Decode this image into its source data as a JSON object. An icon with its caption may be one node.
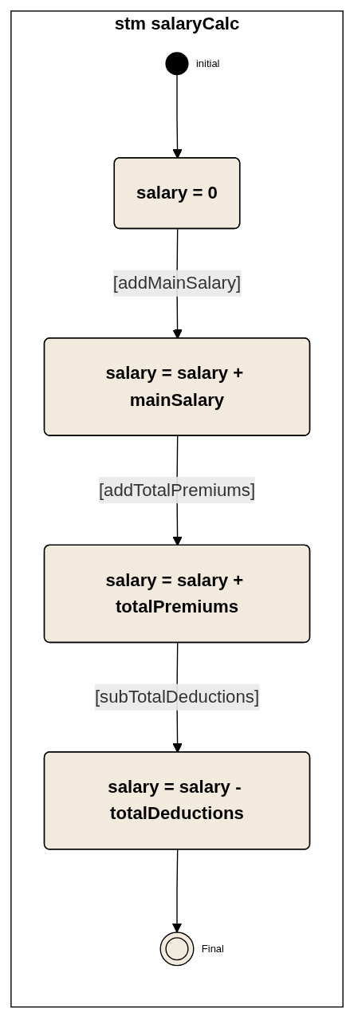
{
  "diagram": {
    "nodes": [
      {
        "text": [
          "stm salaryCalc"
        ]
      },
      {
        "text": [],
        "shape": "circle",
        "beside": [
          "initial"
        ],
        "in": 0
      },
      {
        "text": [
          "salary = 0"
        ],
        "in": 0
      },
      {
        "text": [
          "salary = salary + mainSalary"
        ],
        "in": 0
      },
      {
        "text": [
          "salary = salary + totalPremiums"
        ],
        "in": 0
      },
      {
        "text": [
          "salary = salary - totalDeductions"
        ],
        "in": 0
      },
      {
        "text": [],
        "shape": "circle",
        "beside": [
          "Final"
        ],
        "in": 0
      }
    ],
    "edges": [
      {
        "from": 1,
        "to": 2,
        "arrow": "to"
      },
      {
        "from": 2,
        "to": 3,
        "arrow": "to",
        "label": "[addMainSalary]"
      },
      {
        "from": 3,
        "to": 4,
        "arrow": "to",
        "label": "[addTotalPremiums]"
      },
      {
        "from": 4,
        "to": 5,
        "arrow": "to",
        "label": "[subTotalDeductions]"
      },
      {
        "from": 5,
        "to": 6,
        "arrow": "to"
      }
    ]
  }
}
